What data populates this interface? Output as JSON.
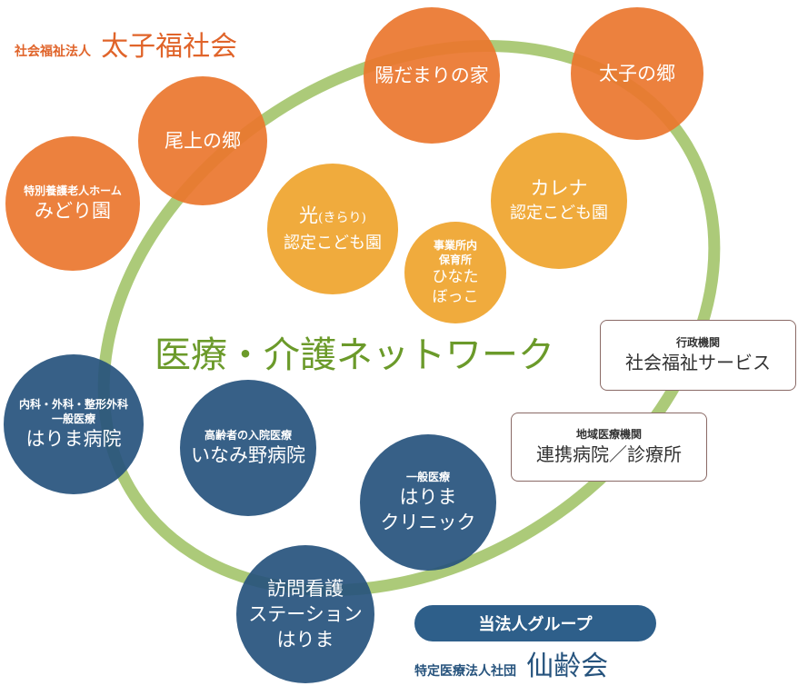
{
  "header": {
    "small": "社会福祉法人",
    "large": "太子福社会"
  },
  "network_title": "医療・介護ネットワーク",
  "circles": {
    "midori": {
      "sub": "特別養護老人ホーム",
      "main": "みどり園"
    },
    "onoe": {
      "main": "尾上の郷"
    },
    "hidamari": {
      "main": "陽だまりの家"
    },
    "taishi": {
      "main": "太子の郷"
    },
    "kirari": {
      "main_prefix": "光",
      "paren": "(きらり)",
      "main": "認定こども園"
    },
    "hinata": {
      "sub1": "事業所内",
      "sub2": "保育所",
      "main1": "ひなた",
      "main2": "ぼっこ"
    },
    "karena": {
      "main1": "カレナ",
      "main2": "認定こども園"
    },
    "harima_hospital": {
      "sub1": "内科・外科・整形外科",
      "sub2": "一般医療",
      "main": "はりま病院"
    },
    "inami": {
      "sub": "高齢者の入院医療",
      "main": "いなみ野病院"
    },
    "harima_clinic": {
      "sub": "一般医療",
      "main1": "はりま",
      "main2": "クリニック"
    },
    "station": {
      "main1": "訪問看護",
      "main2": "ステーション",
      "main3": "はりま"
    }
  },
  "boxes": {
    "gyosei": {
      "sub": "行政機関",
      "main": "社会福祉サービス"
    },
    "chiiki": {
      "sub": "地域医療機関",
      "main": "連携病院／診療所"
    }
  },
  "footer": {
    "group_label": "当法人グループ",
    "small": "特定医療法人社団",
    "large": "仙齢会"
  },
  "colors": {
    "orange": "#EA762E",
    "amber": "#EFA42C",
    "blue": "#26537D",
    "ring": "#A3C46A",
    "title_green": "#6B9A2A"
  }
}
